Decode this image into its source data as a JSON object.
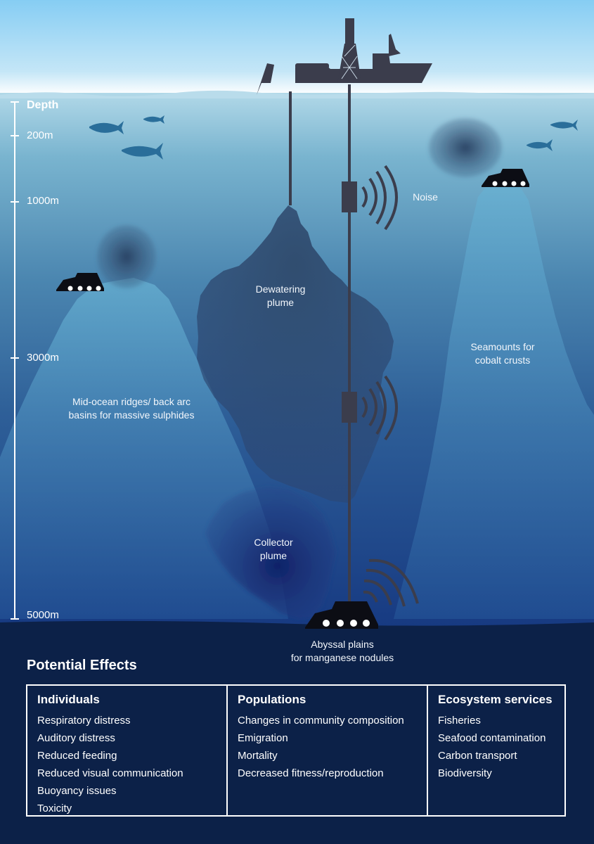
{
  "labels": {
    "noise": "Noise",
    "dewatering_plume": "Dewatering\nplume",
    "seamounts": "Seamounts for\ncobalt crusts",
    "ridges": "Mid-ocean ridges/ back arc\nbasins for massive sulphides",
    "collector_plume": "Collector\nplume",
    "abyssal": "Abyssal plains\nfor manganese nodules"
  },
  "depth_scale": {
    "title": "Depth",
    "ticks": [
      "200m",
      "1000m",
      "3000m",
      "5000m"
    ]
  },
  "effects": {
    "title": "Potential Effects",
    "columns": [
      {
        "heading": "Individuals",
        "items": [
          "Respiratory distress",
          "Auditory distress",
          "Reduced feeding",
          "Reduced visual communication",
          "Buoyancy issues",
          "Toxicity"
        ]
      },
      {
        "heading": "Populations",
        "items": [
          "Changes in community composition",
          "Emigration",
          "Mortality",
          "Decreased fitness/reproduction"
        ]
      },
      {
        "heading": "Ecosystem services",
        "items": [
          "Fisheries",
          "Seafood contamination",
          "Carbon transport",
          "Biodiversity"
        ]
      }
    ]
  },
  "colors": {
    "sky_top": "#8fd0f3",
    "ocean_surface": "#a9d4e6",
    "ocean_deep": "#16357a",
    "seabed": "#0c2148",
    "machinery": "#3b3d4c",
    "plume": "#2a4470",
    "mountain": "#4e9cc0",
    "fish": "#2a6e9a"
  },
  "icons": [
    "ship-icon",
    "drill-rig-icon",
    "fish-icon",
    "collector-vehicle-icon",
    "sound-wave-icon",
    "pump-icon"
  ]
}
